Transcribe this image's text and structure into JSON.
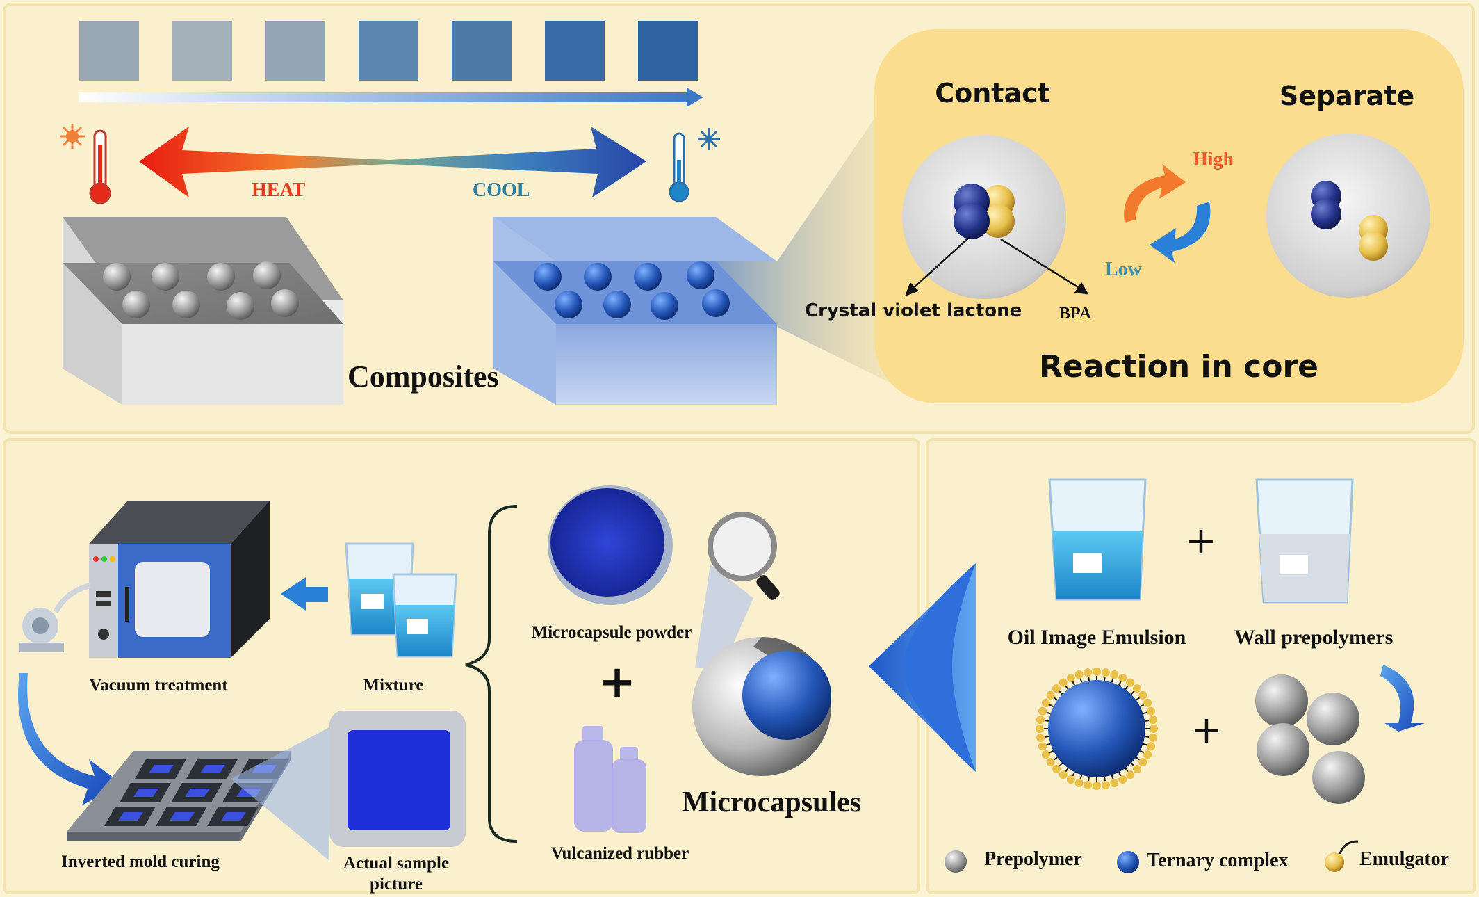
{
  "top_panel": {
    "heat_label": "HEAT",
    "cool_label": "COOL",
    "composites_label": "Composites",
    "gradient_swatches": [
      "#9aa8b4",
      "#a3b0ba",
      "#93a6b6",
      "#5a86b0",
      "#4d7aa7",
      "#3a6aa6",
      "#2e63a2"
    ],
    "colors": {
      "heat": "#e53a1c",
      "cool": "#2a7fa0",
      "low": "#3b8fb0",
      "high": "#ea5a2a"
    }
  },
  "core": {
    "contact_label": "Contact",
    "separate_label": "Separate",
    "high_label": "High",
    "low_label": "Low",
    "cvl_label": "Crystal violet lactone",
    "bpa_label": "BPA",
    "title": "Reaction in core"
  },
  "process": {
    "vacuum_label": "Vacuum treatment",
    "mixture_label": "Mixture",
    "mold_label": "Inverted mold curing",
    "sample_label_line1": "Actual sample",
    "sample_label_line2": "picture",
    "powder_label": "Microcapsule powder",
    "rubber_label": "Vulcanized rubber",
    "microcapsules_label": "Microcapsules",
    "plus_symbol": "+"
  },
  "synthesis": {
    "emulsion_label": "Oil Image Emulsion",
    "wall_label": "Wall prepolymers",
    "plus_symbol": "+"
  },
  "legend": {
    "items": [
      {
        "label": "Prepolymer",
        "icon": "prepolymer-sphere-icon"
      },
      {
        "label": "Ternary complex",
        "icon": "ternary-complex-sphere-icon"
      },
      {
        "label": "Emulgator",
        "icon": "emulgator-icon"
      }
    ]
  }
}
